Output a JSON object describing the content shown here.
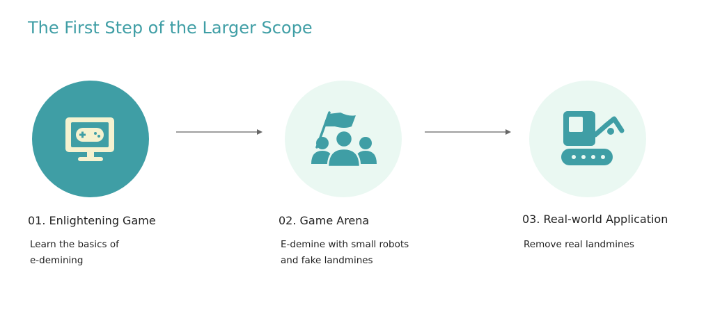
{
  "title": "The First Step of the Larger Scope",
  "colors": {
    "accent": "#3f9ea5",
    "icon_cream": "#f5f2d0",
    "pale_circle": "#eaf8f2",
    "arrow": "#666666"
  },
  "steps": [
    {
      "title": "01. Enlightening Game",
      "icon": "game-monitor-icon",
      "description": [
        "Learn the basics of",
        "e-demining"
      ]
    },
    {
      "title": "02. Game Arena",
      "icon": "team-flag-icon",
      "description": [
        "E-demine with small robots",
        "and fake landmines"
      ]
    },
    {
      "title": "03. Real-world Application",
      "icon": "excavator-icon",
      "description": [
        "Remove real landmines"
      ]
    }
  ]
}
